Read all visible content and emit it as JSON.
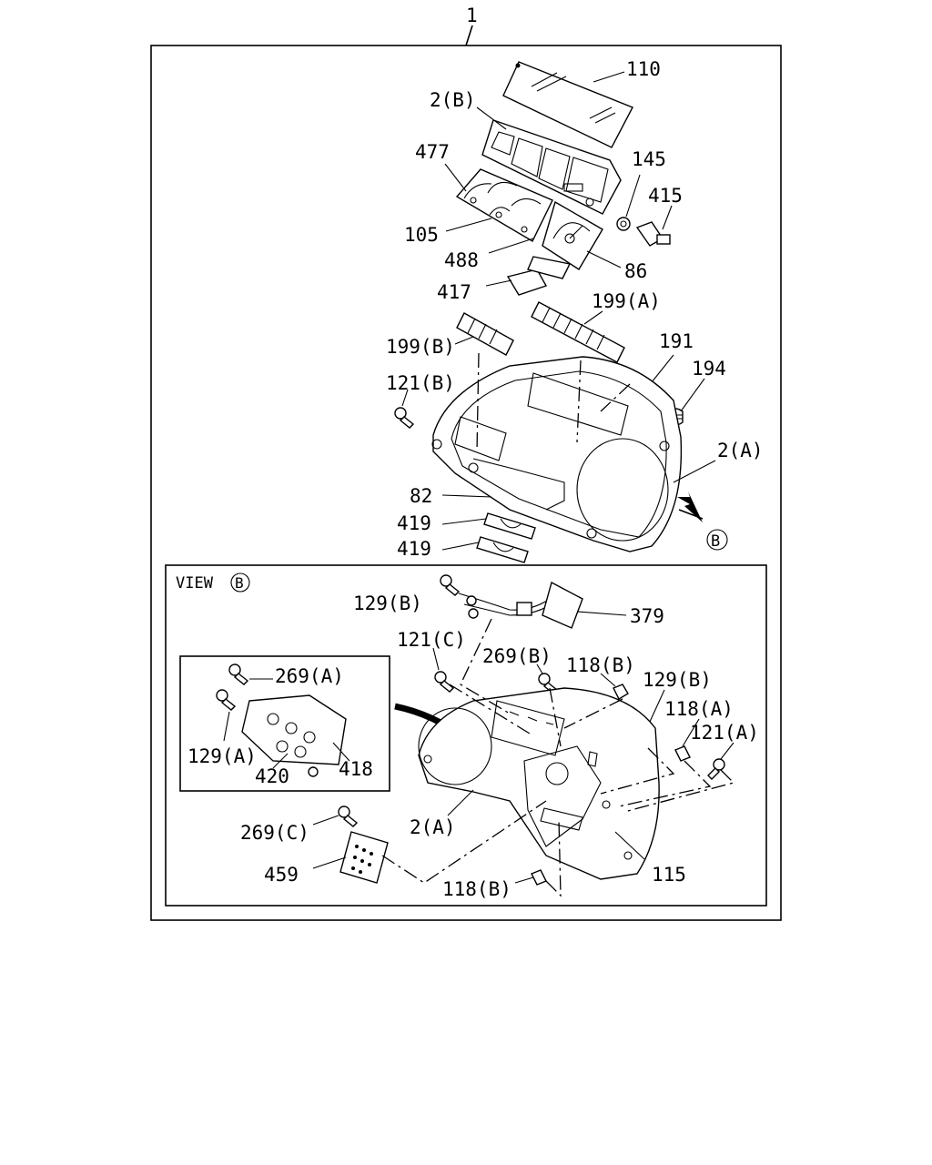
{
  "diagram": {
    "assembly_label": "1",
    "upper_labels": {
      "p110": "110",
      "p2b": "2(B)",
      "p477": "477",
      "p145": "145",
      "p415": "415",
      "p105": "105",
      "p488": "488",
      "p86": "86",
      "p417": "417",
      "p199a": "199(A)",
      "p199b": "199(B)",
      "p191": "191",
      "p194": "194",
      "p121b": "121(B)",
      "p2a": "2(A)",
      "p82": "82",
      "p419a": "419",
      "p419b": "419",
      "view_marker": "B"
    },
    "view": {
      "title": "VIEW",
      "marker": "B",
      "labels": {
        "p129b_top": "129(B)",
        "p379": "379",
        "p121c": "121(C)",
        "p269b": "269(B)",
        "p118b_top": "118(B)",
        "p129b_right": "129(B)",
        "p118a": "118(A)",
        "p121a": "121(A)",
        "p269a": "269(A)",
        "p129a": "129(A)",
        "p420": "420",
        "p418": "418",
        "p2a_view": "2(A)",
        "p269c": "269(C)",
        "p459": "459",
        "p118b_bottom": "118(B)",
        "p115": "115"
      }
    }
  }
}
